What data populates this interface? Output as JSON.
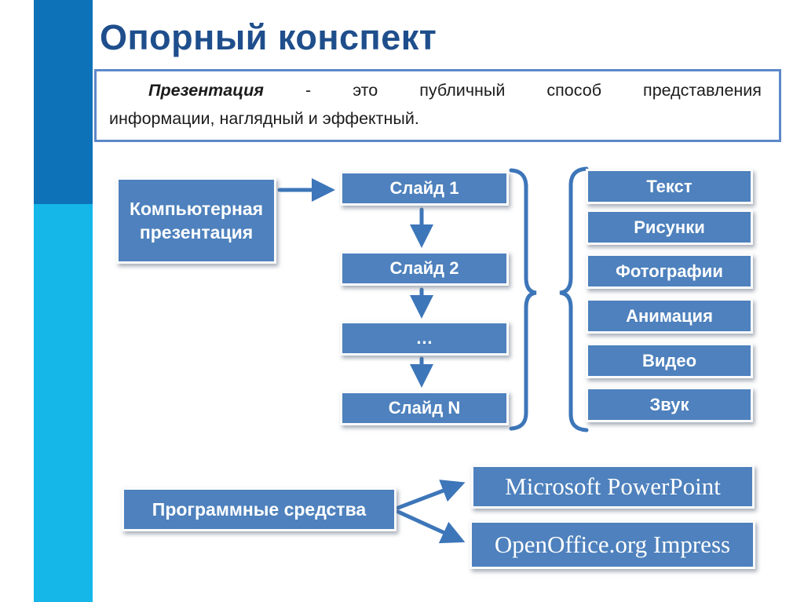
{
  "slide_title": "Опорный конспект",
  "definition": {
    "term": "Презентация",
    "separator": "-",
    "words": [
      "это",
      "публичный",
      "способ",
      "представления"
    ],
    "line2": "информации, наглядный и эффектный.",
    "full_text": "Презентация - это публичный способ представления информации, наглядный и эффектный."
  },
  "diagram": {
    "source_label": "Компьютерная презентация",
    "slides": [
      "Слайд 1",
      "Слайд 2",
      "…",
      "Слайд N"
    ],
    "media": [
      "Текст",
      "Рисунки",
      "Фотографии",
      "Анимация",
      "Видео",
      "Звук"
    ],
    "software_source": "Программные средства",
    "software": [
      "Microsoft PowerPoint",
      "OpenOffice.org Impress"
    ]
  },
  "colors": {
    "node_fill": "#4e81bd",
    "node_border": "#fbfbfb",
    "arrow_and_brace": "#3d76b9",
    "title_text": "#1f4e8c",
    "sidebar_top": "#0e72b8",
    "sidebar_bottom": "#15b7e9",
    "definition_border": "#5c88c9",
    "body_text": "#1c1c1c"
  }
}
